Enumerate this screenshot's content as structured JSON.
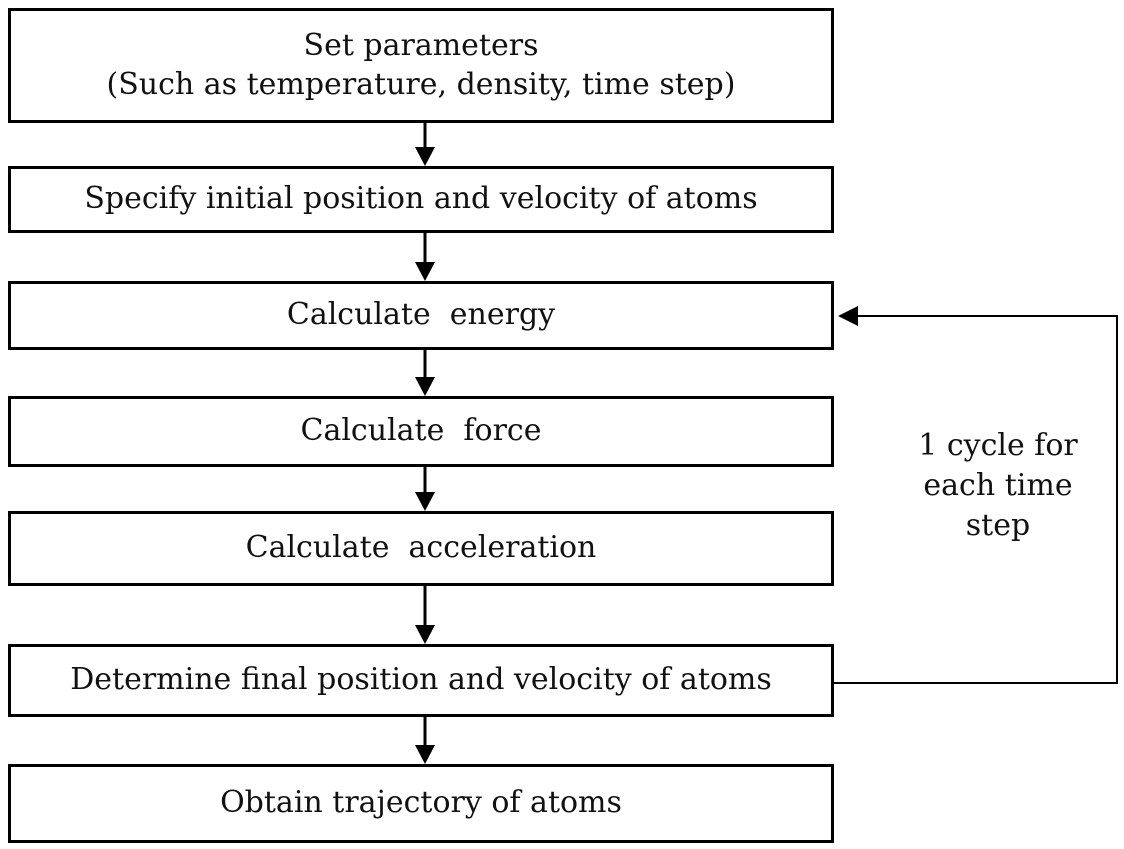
{
  "flowchart": {
    "steps": [
      {
        "id": "set-parameters",
        "lines": [
          "Set parameters",
          "(Such as temperature, density, time step)"
        ]
      },
      {
        "id": "initial-position",
        "lines": [
          "Specify initial position and velocity of atoms"
        ]
      },
      {
        "id": "calculate-energy",
        "lines": [
          "Calculate  energy"
        ]
      },
      {
        "id": "calculate-force",
        "lines": [
          "Calculate  force"
        ]
      },
      {
        "id": "calculate-acceleration",
        "lines": [
          "Calculate  acceleration"
        ]
      },
      {
        "id": "final-position",
        "lines": [
          "Determine final position and velocity of atoms"
        ]
      },
      {
        "id": "obtain-trajectory",
        "lines": [
          "Obtain trajectory of atoms"
        ]
      }
    ],
    "loop_label": [
      "1 cycle for",
      "each time",
      "step"
    ]
  },
  "colors": {
    "stroke": "#000000",
    "background": "#ffffff",
    "text": "#111111"
  }
}
